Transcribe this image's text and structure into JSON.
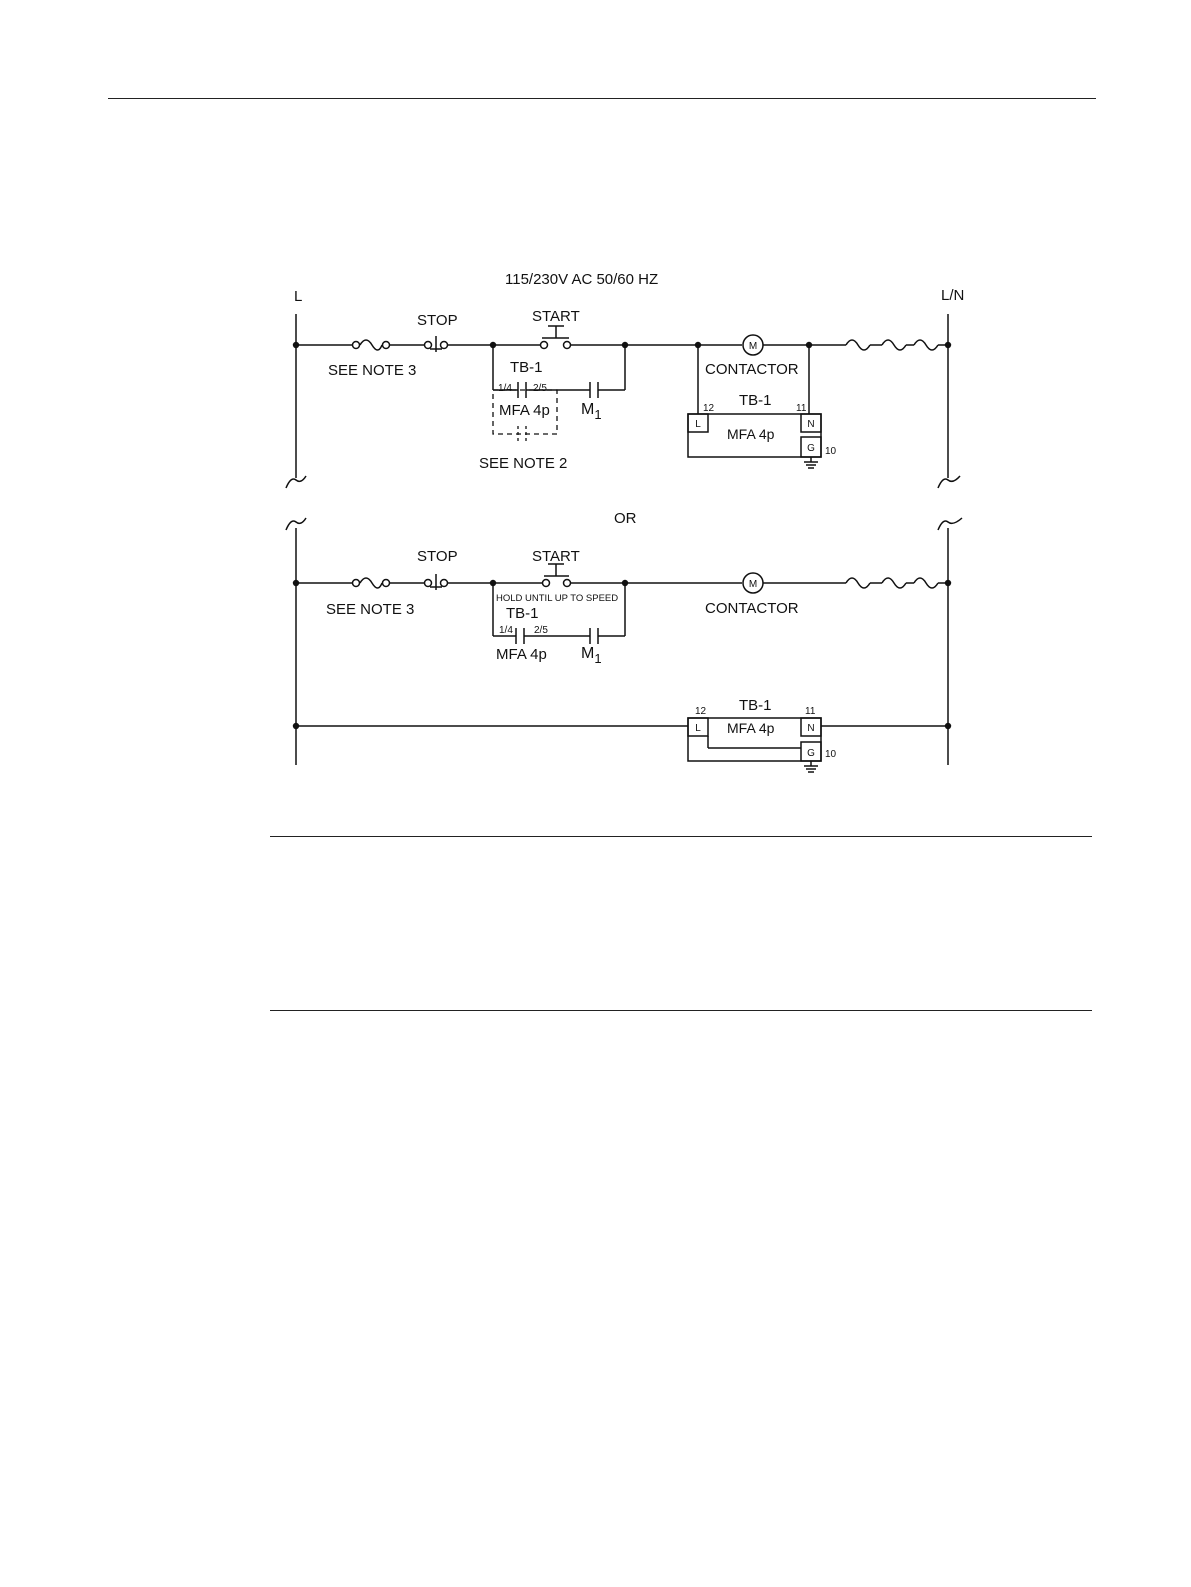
{
  "title": "115/230V AC 50/60 HZ",
  "rail_left": "L",
  "rail_right": "L/N",
  "or_label": "OR",
  "top": {
    "stop": "STOP",
    "start": "START",
    "note3": "SEE NOTE 3",
    "tb": "TB-1",
    "t14": "1/4",
    "t25": "2/5",
    "mfa": "MFA 4p",
    "m1": "M",
    "m1sub": "1",
    "note2": "SEE NOTE 2",
    "motor": "M",
    "contactor": "CONTACTOR",
    "box_tb": "TB-1",
    "box_mfa": "MFA 4p",
    "n12": "12",
    "n11": "11",
    "n10": "10",
    "L": "L",
    "N": "N",
    "G": "G"
  },
  "bottom": {
    "stop": "STOP",
    "start": "START",
    "note3": "SEE NOTE 3",
    "hold": "HOLD UNTIL UP TO SPEED",
    "tb": "TB-1",
    "t14": "1/4",
    "t25": "2/5",
    "mfa": "MFA 4p",
    "m1": "M",
    "m1sub": "1",
    "motor": "M",
    "contactor": "CONTACTOR",
    "box_tb": "TB-1",
    "box_mfa": "MFA 4p",
    "n12": "12",
    "n11": "11",
    "n10": "10",
    "L": "L",
    "N": "N",
    "G": "G"
  }
}
